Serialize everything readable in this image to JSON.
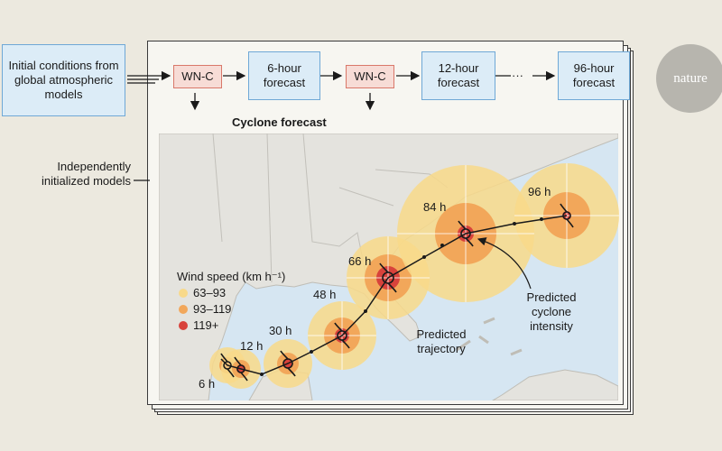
{
  "initial_conditions": "Initial conditions from global atmospheric models",
  "independent_models": "Independently initialized models",
  "flow": {
    "wnc_1": "WN-C",
    "forecast_6": "6-hour forecast",
    "wnc_2": "WN-C",
    "forecast_12": "12-hour forecast",
    "ellipsis": "···",
    "forecast_96": "96-hour forecast"
  },
  "cyclone_forecast": "Cyclone forecast",
  "brand": "nature",
  "legend": {
    "title": "Wind speed (km h⁻¹)",
    "items": [
      {
        "label": "63–93",
        "color": "#f8d98a"
      },
      {
        "label": "93–119",
        "color": "#f2a75a"
      },
      {
        "label": "119+",
        "color": "#d8423b"
      }
    ]
  },
  "time_labels": [
    "6 h",
    "12 h",
    "30 h",
    "48 h",
    "66 h",
    "84 h",
    "96 h"
  ],
  "annotations": {
    "trajectory": "Predicted trajectory",
    "intensity": "Predicted cyclone intensity"
  },
  "colors": {
    "water": "#d6e6f2",
    "land": "#e4e3de",
    "flow_box": "#dcecf7",
    "model_box": "#f7dcd6"
  }
}
